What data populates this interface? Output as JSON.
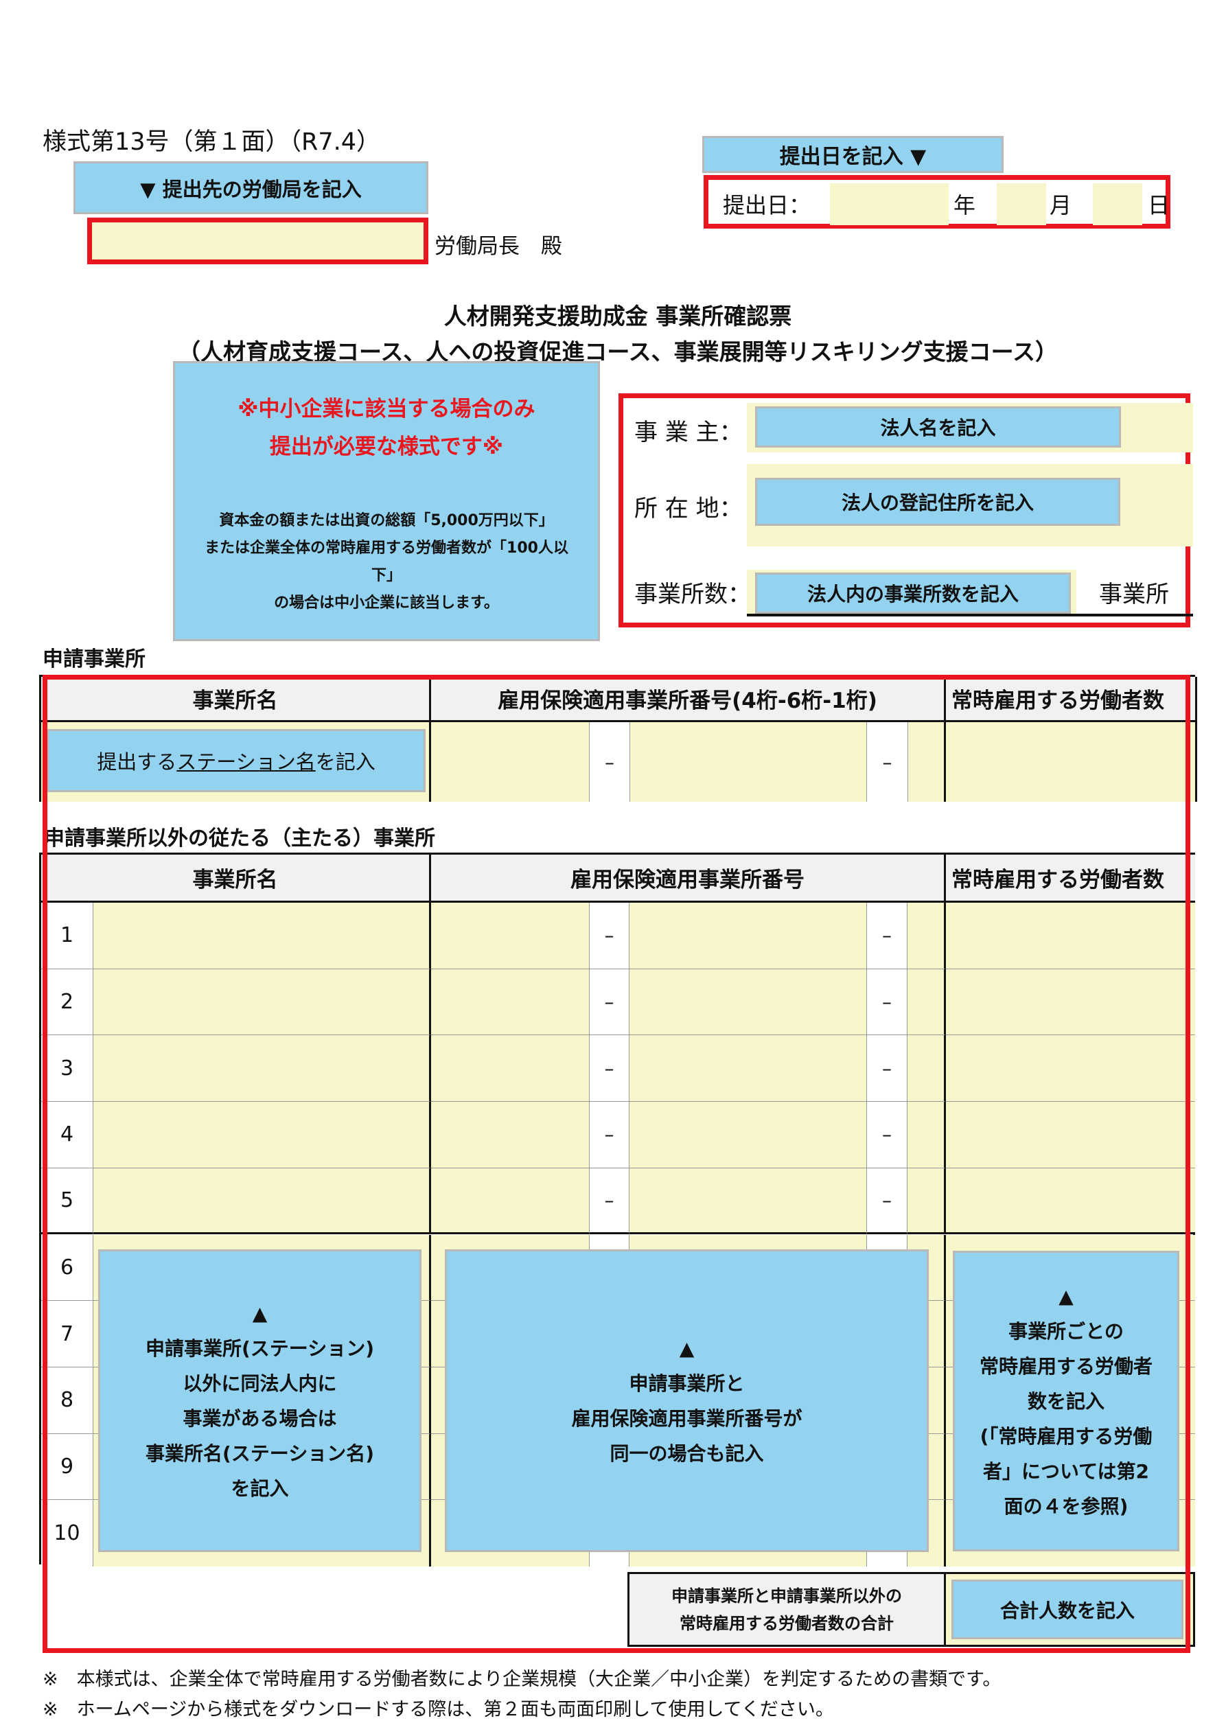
{
  "form_id": "様式第13号（第１面）（R7.4）",
  "bureau": {
    "hint": "▼ 提出先の労働局を記入",
    "value": "",
    "suffix": "労働局長　殿"
  },
  "date": {
    "hint": "提出日を記入 ▼",
    "label": "提出日：",
    "year": "",
    "year_unit": "年",
    "month": "",
    "month_unit": "月",
    "day": "",
    "day_unit": "日"
  },
  "title": {
    "line1": "人材開発支援助成金 事業所確認票",
    "line2": "（人材育成支援コース、人への投資促進コース、事業展開等リスキリング支援コース）"
  },
  "notice": {
    "red1": "※中小企業に該当する場合のみ",
    "red2": "提出が必要な様式です※",
    "body1": "資本金の額または出資の総額「5,000万円以下」",
    "body2": "または企業全体の常時雇用する労働者数が「100人以",
    "body3": "下」",
    "body4": "の場合は中小企業に該当します。"
  },
  "employer": {
    "owner_label": "事 業 主：",
    "owner_hint": "法人名を記入",
    "address_label": "所 在 地：",
    "address_hint": "法人の登記住所を記入",
    "count_label": "事業所数：",
    "count_hint": "法人内の事業所数を記入",
    "count_unit": "事業所"
  },
  "applicant": {
    "section": "申請事業所",
    "headers": [
      "事業所名",
      "雇用保険適用事業所番号(4桁-6桁-1桁)",
      "常時雇用する労働者数"
    ],
    "name_hint_pre": "提出する",
    "name_hint_ul": "ステーション名",
    "name_hint_post": "を記入",
    "dash": "–"
  },
  "others": {
    "section": "申請事業所以外の従たる（主たる）事業所",
    "headers": [
      "事業所名",
      "雇用保険適用事業所番号",
      "常時雇用する労働者数"
    ],
    "rows": [
      "1",
      "2",
      "3",
      "4",
      "5",
      "6",
      "7",
      "8",
      "9",
      "10"
    ],
    "dash": "–",
    "note_name": {
      "arrow": "▲",
      "lines": [
        "申請事業所(ステーション)",
        "以外に同法人内に",
        "事業がある場合は",
        "事業所名(ステーション名)",
        "を記入"
      ]
    },
    "note_number": {
      "arrow": "▲",
      "lines": [
        "申請事業所と",
        "雇用保険適用事業所番号が",
        "同一の場合も記入"
      ]
    },
    "note_count": {
      "arrow": "▲",
      "lines": [
        "事業所ごとの",
        "常時雇用する労働者",
        "数を記入",
        "(「常時雇用する労働",
        "者」については第2",
        "面の４を参照)"
      ]
    }
  },
  "total": {
    "label1": "申請事業所と申請事業所以外の",
    "label2": "常時雇用する労働者数の合計",
    "hint": "合計人数を記入"
  },
  "footnotes": [
    "※　本様式は、企業全体で常時雇用する労働者数により企業規模（大企業／中小企業）を判定するための書類です。",
    "※　ホームページから様式をダウンロードする際は、第２面も両面印刷して使用してください。"
  ],
  "colors": {
    "hint_blue": "#94d3ef",
    "input_yellow": "#f8f6cb",
    "alert_red": "#e8161e"
  }
}
